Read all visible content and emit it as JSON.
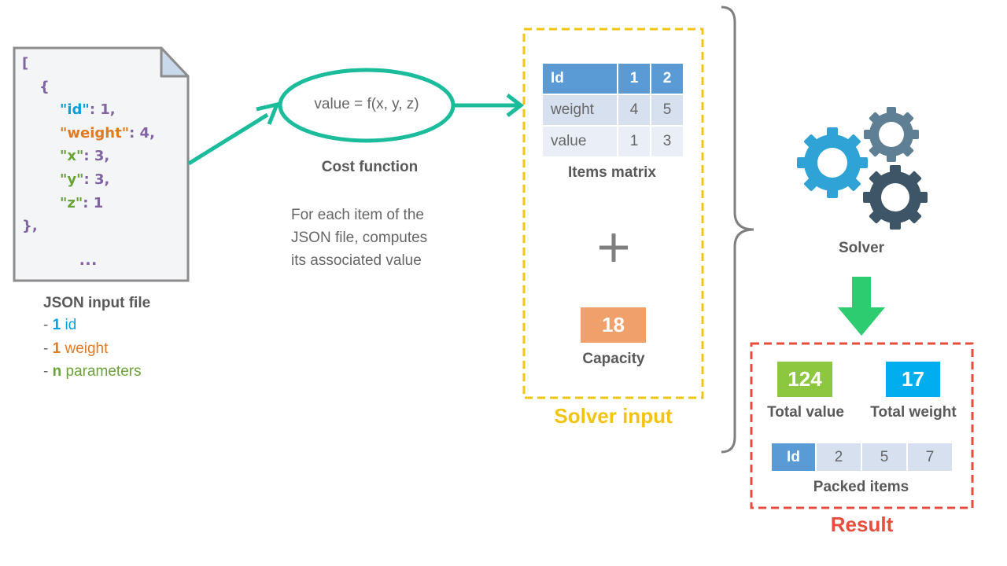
{
  "json_file": {
    "lines": [
      {
        "parts": [
          {
            "t": "[",
            "c": ""
          }
        ],
        "indent": 0
      },
      {
        "parts": [
          {
            "t": "{",
            "c": ""
          }
        ],
        "indent": 1
      },
      {
        "parts": [
          {
            "t": "\"id\"",
            "c": "k-id"
          },
          {
            "t": ": 1,",
            "c": ""
          }
        ],
        "indent": 2
      },
      {
        "parts": [
          {
            "t": "\"weight\"",
            "c": "k-w"
          },
          {
            "t": ": 4,",
            "c": ""
          }
        ],
        "indent": 2
      },
      {
        "parts": [
          {
            "t": "\"x\"",
            "c": "k-x"
          },
          {
            "t": ": 3,",
            "c": ""
          }
        ],
        "indent": 2
      },
      {
        "parts": [
          {
            "t": "\"y\"",
            "c": "k-y"
          },
          {
            "t": ": 3,",
            "c": ""
          }
        ],
        "indent": 2
      },
      {
        "parts": [
          {
            "t": "\"z\"",
            "c": "k-z"
          },
          {
            "t": ": 1",
            "c": ""
          }
        ],
        "indent": 2
      },
      {
        "parts": [
          {
            "t": "},",
            "c": ""
          }
        ],
        "indent": 0
      }
    ],
    "ellipsis": "...",
    "caption": "JSON input file",
    "legend": [
      {
        "prefix": "- ",
        "bold": "1",
        "text": " id",
        "color": "#00a0e0"
      },
      {
        "prefix": "- ",
        "bold": "1",
        "text": " weight",
        "color": "#e07b25"
      },
      {
        "prefix": "- ",
        "bold": "n",
        "text": " parameters",
        "color": "#6aa338"
      }
    ]
  },
  "cost_function": {
    "formula": "value = f(x, y, z)",
    "title": "Cost function",
    "description_lines": [
      "For each item of the",
      "JSON file, computes",
      "its associated value"
    ]
  },
  "solver_input": {
    "title": "Solver input",
    "items_matrix": {
      "caption": "Items matrix",
      "header": [
        "Id",
        "1",
        "2"
      ],
      "rows": [
        [
          "weight",
          "4",
          "5"
        ],
        [
          "value",
          "1",
          "3"
        ]
      ]
    },
    "plus": "+",
    "capacity": {
      "value": "18",
      "caption": "Capacity"
    }
  },
  "solver": {
    "caption": "Solver"
  },
  "result": {
    "title": "Result",
    "total_value": {
      "value": "124",
      "caption": "Total value"
    },
    "total_weight": {
      "value": "17",
      "caption": "Total weight"
    },
    "packed_items": {
      "header": "Id",
      "values": [
        "2",
        "5",
        "7"
      ],
      "caption": "Packed items"
    }
  },
  "colors": {
    "teal_arrow": "#1abc9c",
    "solver_input_border": "#f3c40f",
    "result_border": "#e74c3c",
    "green_arrow": "#2ecc71",
    "capacity_box": "#f0a06a",
    "total_value_box": "#8dc63f",
    "total_weight_box": "#00aeef",
    "table_header": "#5b9bd5"
  }
}
